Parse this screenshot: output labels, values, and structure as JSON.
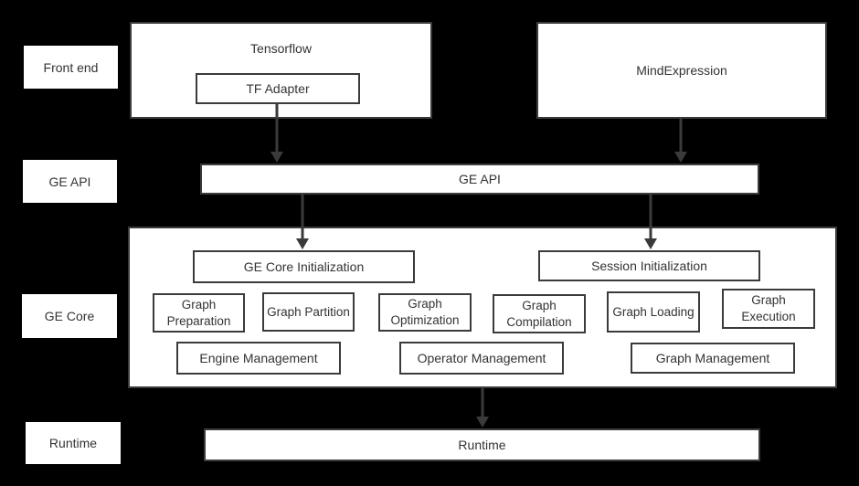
{
  "colors": {
    "background": "#000000",
    "box_fill": "#ffffff",
    "box_border": "#3b3b3b",
    "text": "#333333",
    "arrow": "#3a3a3a"
  },
  "side_labels": {
    "front_end": "Front end",
    "ge_api": "GE API",
    "ge_core": "GE Core",
    "runtime": "Runtime"
  },
  "front_end": {
    "tensorflow": "Tensorflow",
    "tf_adapter": "TF Adapter",
    "mind_expression": "MindExpression"
  },
  "ge_api_bar": {
    "label": "GE API"
  },
  "ge_core": {
    "init_boxes": [
      "GE Core Initialization",
      "Session Initialization"
    ],
    "modules": [
      "Graph Preparation",
      "Graph Partition",
      "Graph Optimization",
      "Graph Compilation",
      "Graph Loading",
      "Graph Execution"
    ],
    "managers": [
      "Engine Management",
      "Operator Management",
      "Graph Management"
    ]
  },
  "runtime_bar": {
    "label": "Runtime"
  }
}
